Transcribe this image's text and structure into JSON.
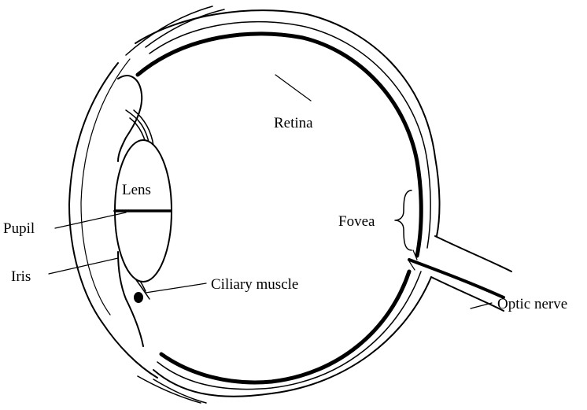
{
  "labels": {
    "retina": "Retina",
    "lens": "Lens",
    "pupil": "Pupil",
    "iris": "Iris",
    "fovea": "Fovea",
    "ciliary_muscle": "Ciliary muscle",
    "optic_nerve": "Optic nerve"
  },
  "colors": {
    "line": "#000000",
    "background": "#ffffff"
  }
}
